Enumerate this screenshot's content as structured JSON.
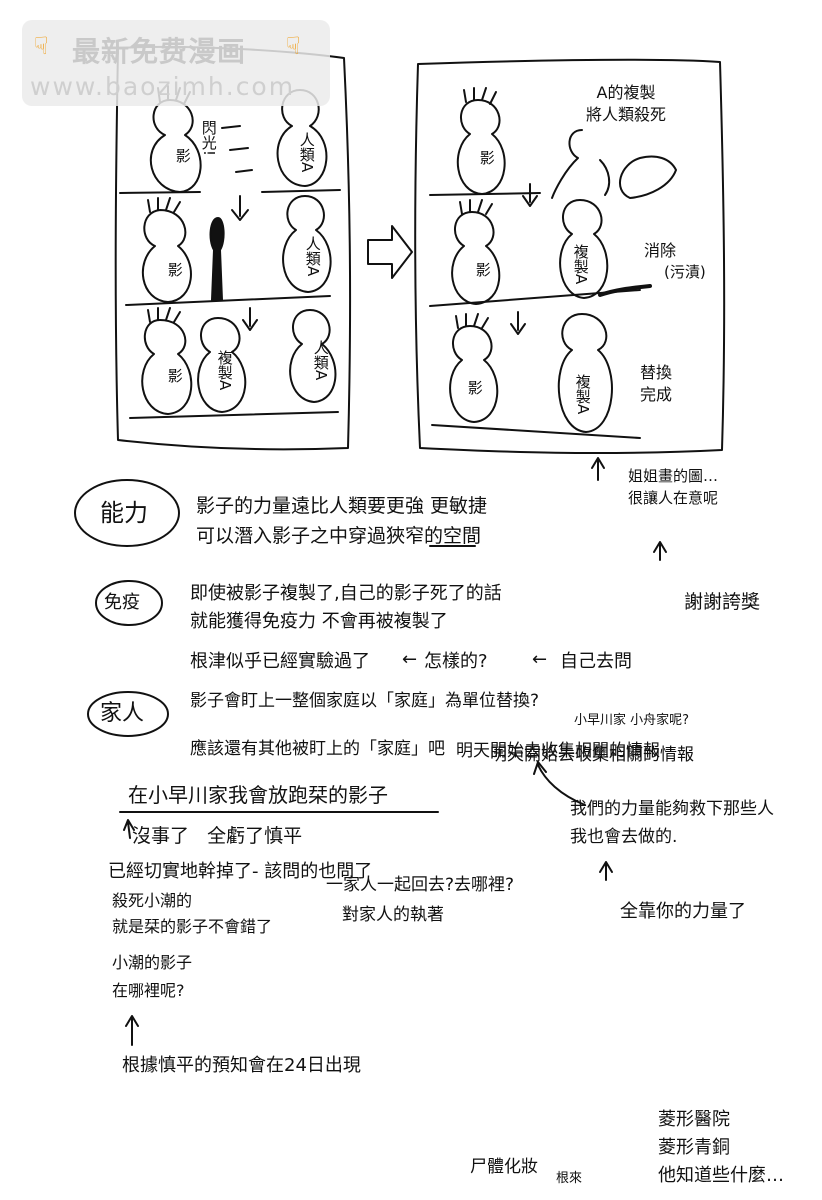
{
  "watermark": {
    "title": "最新免费漫画",
    "url": "www.baozimh.com"
  },
  "panel_left": {
    "shadow_label": "影",
    "flash_label": "閃光!",
    "human_a_label": "人類A",
    "copy_a_label": "複製A"
  },
  "panel_right": {
    "caption_kill": "A的複製\n將人類殺死",
    "shadow_label": "影",
    "copy_a_label": "複製A",
    "caption_erase": "消除",
    "caption_stain": "(污漬)",
    "caption_replace": "替換\n完成"
  },
  "notes": {
    "sister_drawing": "姐姐畫的圖…\n很讓人在意呢",
    "ability_tag": "能力",
    "ability_line1": "影子的力量遠比人類要更強  更敏捷",
    "ability_line2": "可以潛入影子之中穿過狹窄的空間",
    "thanks": "謝謝誇獎",
    "immunity_tag": "免疫",
    "immunity_line1": "即使被影子複製了,自己的影子死了的話",
    "immunity_line2": "就能獲得免疫力  不會再被複製了",
    "nezu_line": "根津似乎已經實驗過了",
    "how_line": "怎樣的?",
    "ask_self": "自己去問",
    "family_tag": "家人",
    "family_line1": "影子會盯上一整個家庭以「家庭」為單位替換?",
    "family_question": "小早川家  小舟家呢?",
    "family_line2": "應該還有其他被盯上的「家庭」吧",
    "family_line3": "明天開始去收集相關的情報",
    "strength_line1": "我們的力量能夠救下那些人",
    "strength_line2": "我也會去做的.",
    "all_your_power": "全靠你的力量了",
    "kobayakawa": "在小早川家我會放跑栞的影子",
    "its_fine": "沒事了   全虧了慎平",
    "done_line": "已經切實地幹掉了- 該問的也問了",
    "kill_ushio1": "殺死小潮的",
    "kill_ushio2": "就是栞的影子不會錯了",
    "ushio_shadow1": "小潮的影子",
    "ushio_shadow2": "在哪裡呢?",
    "family_go1": "一家人一起回去?去哪裡?",
    "family_go2": "對家人的執著",
    "prediction": "根據慎平的預知會在24日出現",
    "hishigata_hospital": "菱形醫院",
    "hishigata_bronze": "菱形青銅",
    "what_knows": "他知道些什麼…",
    "corpse_makeup": "尸體化妝",
    "nekura": "根來"
  }
}
